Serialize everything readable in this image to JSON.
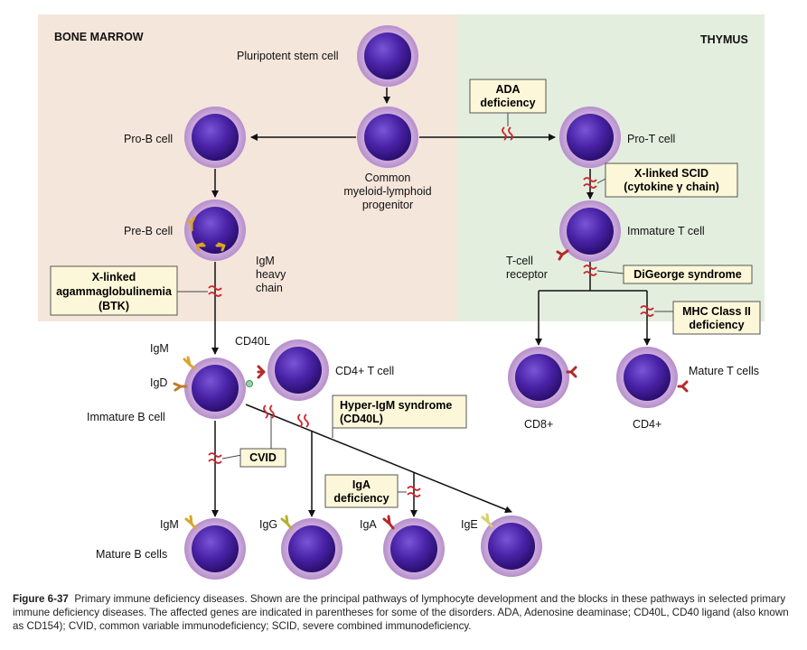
{
  "regions": {
    "bone_marrow": "BONE MARROW",
    "thymus": "THYMUS"
  },
  "cells": {
    "stem": "Pluripotent stem cell",
    "progenitor": [
      "Common",
      "myeloid-lymphoid",
      "progenitor"
    ],
    "pro_b": "Pro-B cell",
    "pre_b": "Pre-B cell",
    "igm_heavy": [
      "IgM",
      "heavy",
      "chain"
    ],
    "pro_t": "Pro-T cell",
    "immature_t": "Immature T cell",
    "tcr": [
      "T-cell",
      "receptor"
    ],
    "cd8": "CD8+",
    "cd4": "CD4+",
    "mature_t": "Mature T cells",
    "immature_b": "Immature B cell",
    "cd40l": "CD40L",
    "cd4_t": "CD4+ T cell",
    "mature_b": "Mature B cells",
    "igm": "IgM",
    "igd": "IgD",
    "igm2": "IgM",
    "igg": "IgG",
    "iga": "IgA",
    "ige": "IgE"
  },
  "diseases": {
    "ada": [
      "ADA",
      "deficiency"
    ],
    "xscid": [
      "X-linked SCID",
      "(cytokine γ chain)"
    ],
    "digeorge": "DiGeorge syndrome",
    "mhc2": [
      "MHC Class II",
      "deficiency"
    ],
    "xla": [
      "X-linked",
      "agammaglobulinemia",
      "(BTK)"
    ],
    "higm": [
      "Hyper-IgM syndrome",
      "(CD40L)"
    ],
    "cvid": "CVID",
    "igad": [
      "IgA",
      "deficiency"
    ]
  },
  "caption": {
    "label": "Figure 6-37",
    "text": "Primary immune deficiency diseases. Shown are the principal pathways of lymphocyte development and the blocks in these pathways in selected primary immune deficiency diseases. The affected genes are indicated in parentheses for some of the disorders. ADA, Adenosine deaminase; CD40L, CD40 ligand (also known as CD154); CVID, common variable immunodeficiency; SCID, severe combined immunodeficiency."
  },
  "colors": {
    "bone_marrow_bg": "#f5e6dc",
    "thymus_bg": "#e3eedf",
    "cell_outer": "#c9a8d8",
    "cell_nucleus": "#3a1a8a",
    "box_fill": "#fdf7d9",
    "break_red": "#d0232a"
  }
}
